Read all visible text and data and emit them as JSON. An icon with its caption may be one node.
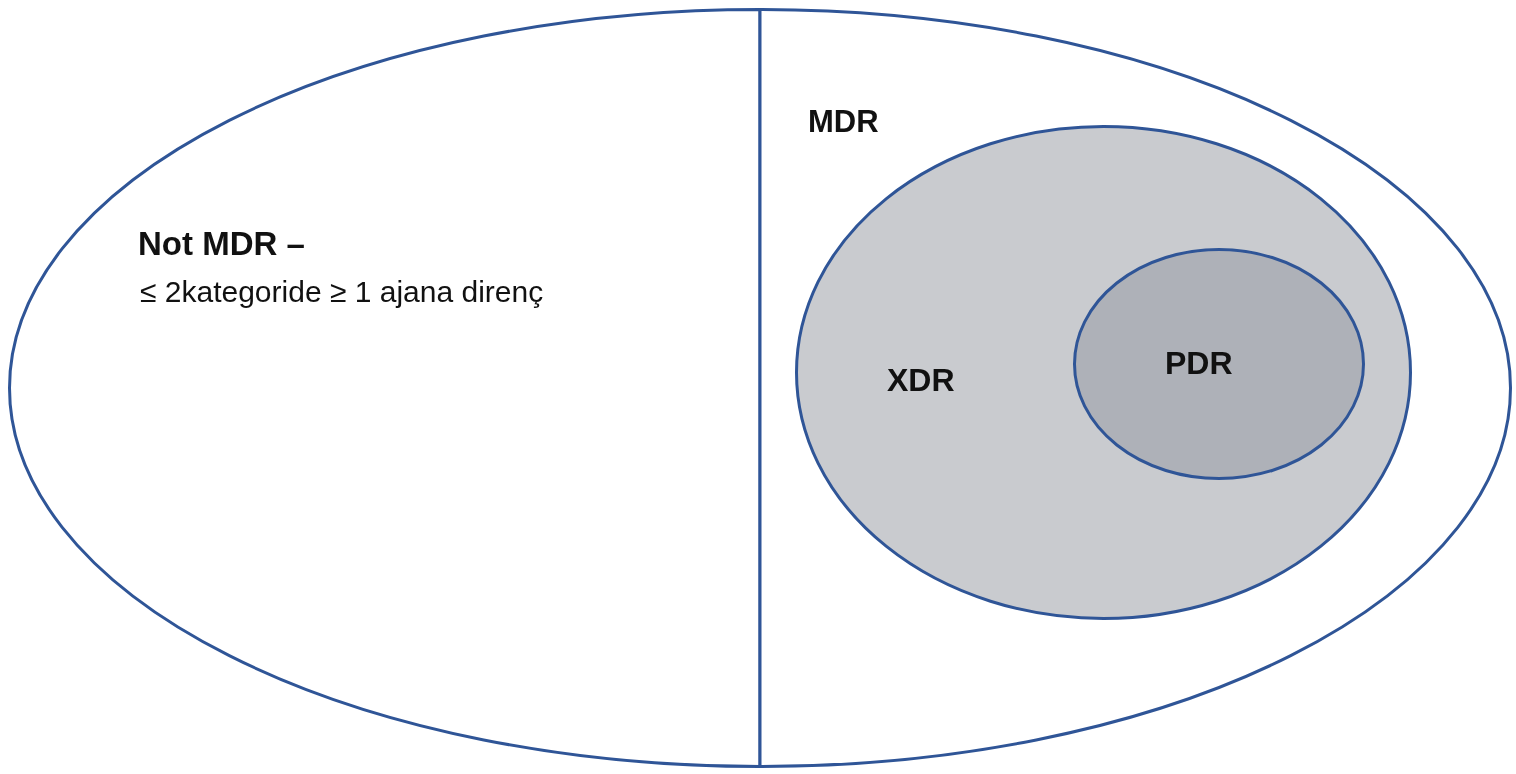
{
  "diagram": {
    "nodes": [
      {
        "text": [
          "Not MDR –",
          "≤ 2kategoride ≥ 1 ajana direnç"
        ]
      },
      {
        "text": [
          "MDR"
        ]
      },
      {
        "text": [
          "XDR"
        ],
        "in": 1
      },
      {
        "text": [
          "PDR"
        ],
        "in": 2
      }
    ],
    "edges": []
  }
}
